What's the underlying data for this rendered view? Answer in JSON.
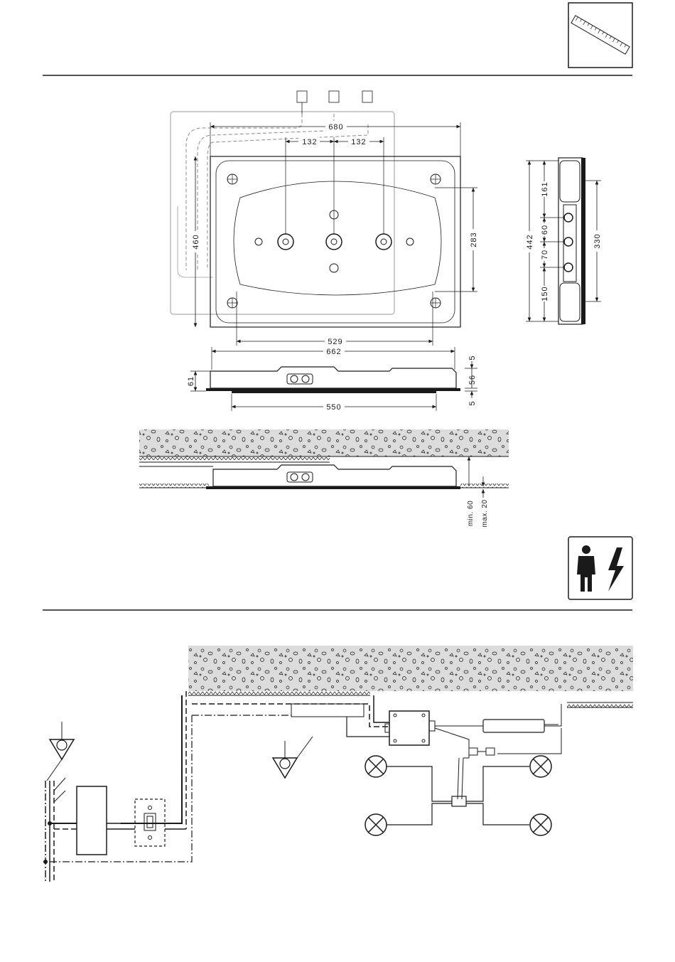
{
  "icons": {
    "top_right": "ruler-icon",
    "middle_right": "electrician-warning-icon"
  },
  "top_view": {
    "overall_width": "680",
    "spacing_left": "132",
    "spacing_right": "132",
    "height_left": "460",
    "height_right": "283",
    "bottom_inner": "529",
    "bottom_outer": "662"
  },
  "side_view": {
    "total": "442",
    "right": "330",
    "seg_161": "161",
    "seg_60": "60",
    "seg_70": "70",
    "seg_150": "150"
  },
  "front_view": {
    "height": "61",
    "bottom_width": "550",
    "right_top": "5",
    "right_mid": "56",
    "right_bottom": "5"
  },
  "install_view": {
    "min_label": "min. 60",
    "max_label": "max. 20"
  },
  "colors": {
    "line": "#1a1a1a",
    "grey": "#9a9a9a",
    "concrete": "#d9d9d9"
  }
}
